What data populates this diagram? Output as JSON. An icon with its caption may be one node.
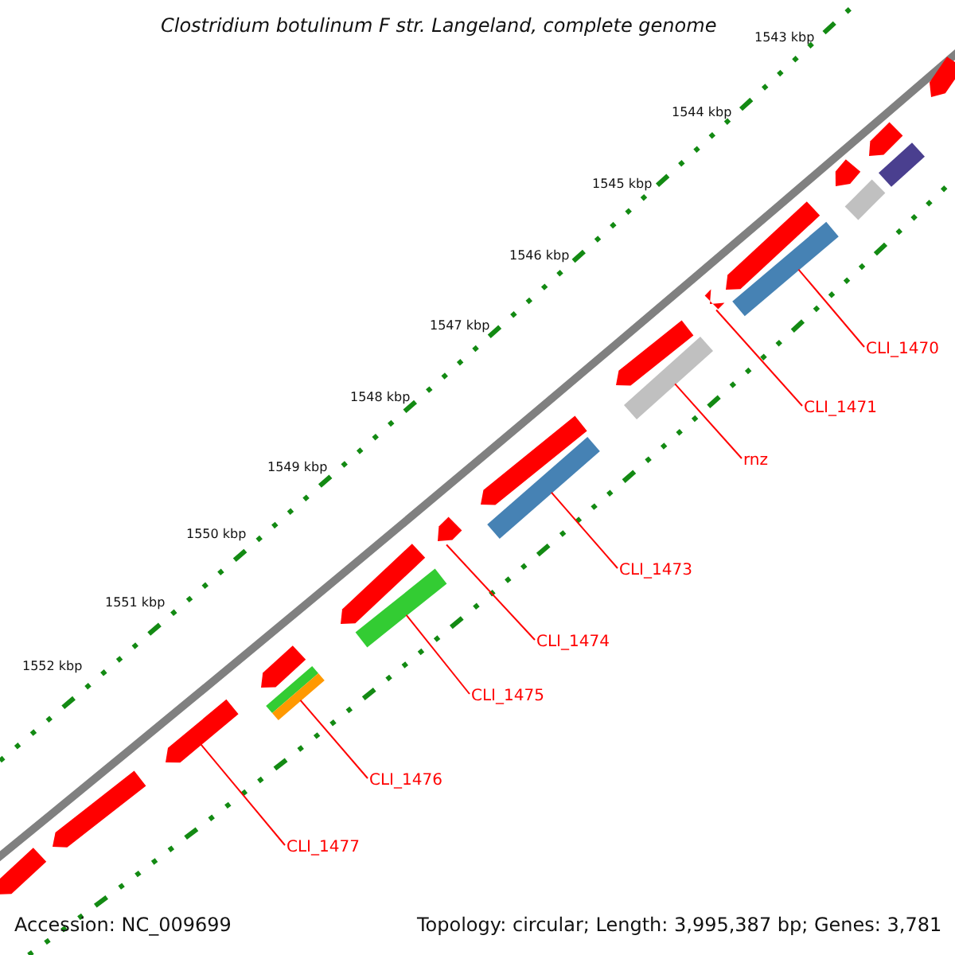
{
  "diagram": {
    "title": "Clostridium botulinum F str. Langeland, complete genome",
    "nodes": [
      {
        "text": [
          "CLI_1470"
        ]
      },
      {
        "text": [
          "CLI_1471"
        ]
      },
      {
        "text": [
          "rnz"
        ]
      },
      {
        "text": [
          "CLI_1473"
        ]
      },
      {
        "text": [
          "CLI_1474"
        ]
      },
      {
        "text": [
          "CLI_1475"
        ]
      },
      {
        "text": [
          "CLI_1476"
        ]
      },
      {
        "text": [
          "CLI_1477"
        ]
      },
      {
        "text": [],
        "shape": "bar"
      },
      {
        "text": [],
        "shape": "bar"
      },
      {
        "text": [],
        "shape": "bar"
      },
      {
        "text": [],
        "shape": "bar"
      },
      {
        "text": [],
        "shape": "bar"
      },
      {
        "text": [],
        "shape": "bar"
      },
      {
        "text": [],
        "shape": "bar"
      },
      {
        "text": [],
        "shape": "bar"
      },
      {
        "text": [],
        "shape": "bar"
      },
      {
        "text": [],
        "shape": "bar"
      },
      {
        "text": [],
        "shape": "bar"
      },
      {
        "text": [],
        "shape": "bar"
      },
      {
        "text": [],
        "shape": "bar"
      },
      {
        "text": [],
        "shape": "bar"
      },
      {
        "text": [],
        "shape": "bar"
      },
      {
        "text": [],
        "shape": "bar"
      },
      {
        "text": [],
        "shape": "bar"
      },
      {
        "text": [],
        "shape": "bar"
      },
      {
        "text": [],
        "shape": "bar"
      },
      {
        "text": [],
        "shape": "bar"
      }
    ],
    "edges": [
      {
        "from": 0,
        "to": 14,
        "arrow": "none"
      },
      {
        "from": 1,
        "to": 15,
        "arrow": "none"
      },
      {
        "from": 2,
        "to": 17,
        "arrow": "none"
      },
      {
        "from": 3,
        "to": 19,
        "arrow": "none"
      },
      {
        "from": 4,
        "to": 20,
        "arrow": "none"
      },
      {
        "from": 5,
        "to": 22,
        "arrow": "none"
      },
      {
        "from": 6,
        "to": 24,
        "arrow": "none"
      },
      {
        "from": 7,
        "to": 25,
        "arrow": "none"
      }
    ],
    "labels": [
      "1543 kbp",
      "1544 kbp",
      "1545 kbp",
      "1546 kbp",
      "1547 kbp",
      "1548 kbp",
      "1549 kbp",
      "1550 kbp",
      "1551 kbp",
      "1552 kbp",
      "Accession: NC_009699",
      "Topology: circular; Length: 3,995,387 bp; Genes: 3,781"
    ]
  }
}
